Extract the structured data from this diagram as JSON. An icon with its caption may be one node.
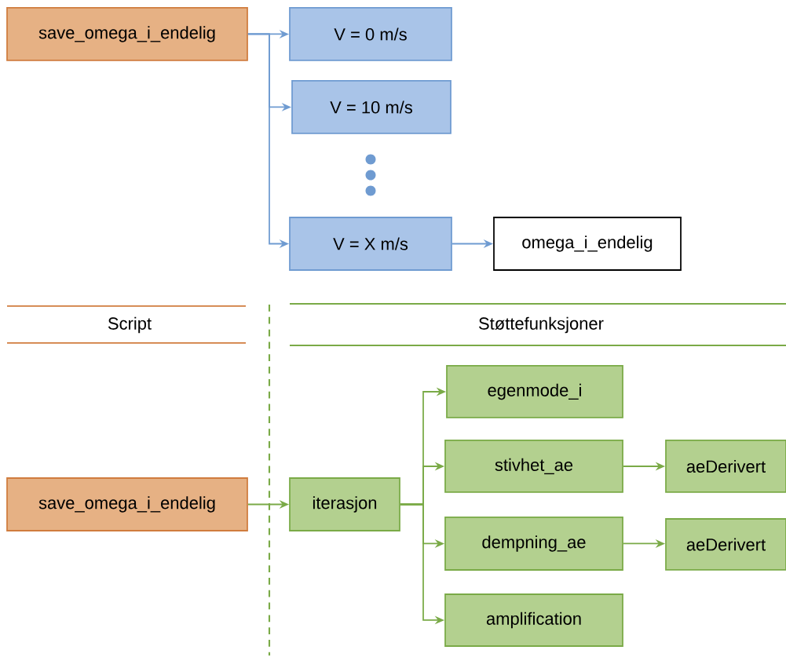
{
  "diagram": {
    "nodes": [
      {
        "text": [
          "save_omega_i_endelig"
        ]
      },
      {
        "text": [
          "V = 0 m/s"
        ]
      },
      {
        "text": [
          "V = 10 m/s"
        ]
      },
      {
        "text": [
          "V = X m/s"
        ]
      },
      {
        "text": [
          "omega_i_endelig"
        ]
      },
      {
        "text": [
          "save_omega_i_endelig"
        ]
      },
      {
        "text": [
          "iterasjon"
        ]
      },
      {
        "text": [
          "egenmode_i"
        ]
      },
      {
        "text": [
          "stivhet_ae"
        ]
      },
      {
        "text": [
          "aeDerivert"
        ]
      },
      {
        "text": [
          "dempning_ae"
        ]
      },
      {
        "text": [
          "aeDerivert"
        ]
      },
      {
        "text": [
          "amplification"
        ]
      }
    ],
    "edges": [
      {
        "from": 0,
        "to": 1,
        "arrow": "to",
        "color": "#6f9bd1"
      },
      {
        "from": 0,
        "to": 2,
        "arrow": "to",
        "color": "#6f9bd1"
      },
      {
        "from": 0,
        "to": 3,
        "arrow": "to",
        "color": "#6f9bd1"
      },
      {
        "from": 3,
        "to": 4,
        "arrow": "to",
        "color": "#6f9bd1"
      },
      {
        "from": 5,
        "to": 6,
        "arrow": "to"
      },
      {
        "from": 6,
        "to": 7,
        "arrow": "to"
      },
      {
        "from": 6,
        "to": 8,
        "arrow": "to"
      },
      {
        "from": 6,
        "to": 10,
        "arrow": "to"
      },
      {
        "from": 6,
        "to": 12,
        "arrow": "to"
      },
      {
        "from": 8,
        "to": 9,
        "arrow": "to"
      },
      {
        "from": 10,
        "to": 11,
        "arrow": "to"
      }
    ],
    "labels": [
      "Script",
      "Støttefunksjoner"
    ]
  }
}
